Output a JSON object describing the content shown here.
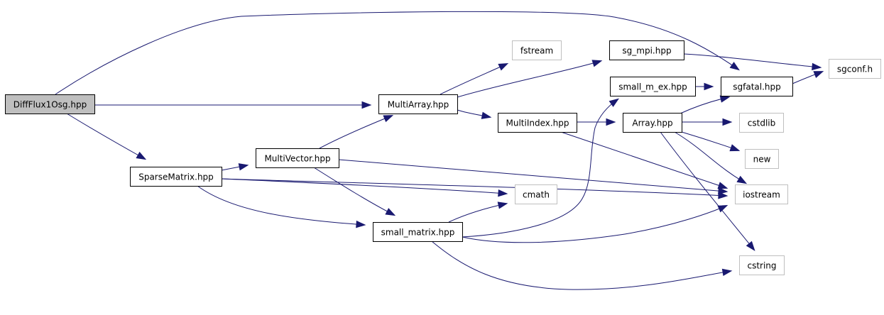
{
  "graph": {
    "title": "Include dependency graph for DiffFlux1Osg.hpp",
    "colors": {
      "edge": "#191970",
      "root_fill": "#bfbfbf",
      "root_border": "#000000",
      "documented_border": "#000000",
      "external_border": "#bfbfbf",
      "node_fill": "#ffffff"
    },
    "nodes": [
      {
        "id": "DiffFlux1Osg",
        "label": "DiffFlux1Osg.hpp",
        "kind": "root"
      },
      {
        "id": "SparseMatrix",
        "label": "SparseMatrix.hpp",
        "kind": "documented"
      },
      {
        "id": "MultiVector",
        "label": "MultiVector.hpp",
        "kind": "documented"
      },
      {
        "id": "MultiArray",
        "label": "MultiArray.hpp",
        "kind": "documented"
      },
      {
        "id": "small_matrix",
        "label": "small_matrix.hpp",
        "kind": "documented"
      },
      {
        "id": "fstream",
        "label": "fstream",
        "kind": "external"
      },
      {
        "id": "sg_mpi",
        "label": "sg_mpi.hpp",
        "kind": "documented"
      },
      {
        "id": "MultiIndex",
        "label": "MultiIndex.hpp",
        "kind": "documented"
      },
      {
        "id": "cmath",
        "label": "cmath",
        "kind": "external"
      },
      {
        "id": "small_m_ex",
        "label": "small_m_ex.hpp",
        "kind": "documented"
      },
      {
        "id": "Array",
        "label": "Array.hpp",
        "kind": "documented"
      },
      {
        "id": "sgfatal",
        "label": "sgfatal.hpp",
        "kind": "documented"
      },
      {
        "id": "cstdlib",
        "label": "cstdlib",
        "kind": "external"
      },
      {
        "id": "new",
        "label": "new",
        "kind": "external"
      },
      {
        "id": "iostream",
        "label": "iostream",
        "kind": "external"
      },
      {
        "id": "cstring",
        "label": "cstring",
        "kind": "external"
      },
      {
        "id": "sgconf",
        "label": "sgconf.h",
        "kind": "external"
      }
    ],
    "edges": [
      {
        "from": "DiffFlux1Osg",
        "to": "MultiArray"
      },
      {
        "from": "DiffFlux1Osg",
        "to": "SparseMatrix"
      },
      {
        "from": "DiffFlux1Osg",
        "to": "sgfatal"
      },
      {
        "from": "SparseMatrix",
        "to": "MultiVector"
      },
      {
        "from": "SparseMatrix",
        "to": "small_matrix"
      },
      {
        "from": "SparseMatrix",
        "to": "cmath"
      },
      {
        "from": "SparseMatrix",
        "to": "iostream"
      },
      {
        "from": "MultiVector",
        "to": "MultiArray"
      },
      {
        "from": "MultiVector",
        "to": "small_matrix"
      },
      {
        "from": "MultiVector",
        "to": "iostream"
      },
      {
        "from": "MultiArray",
        "to": "fstream"
      },
      {
        "from": "MultiArray",
        "to": "sg_mpi"
      },
      {
        "from": "MultiArray",
        "to": "MultiIndex"
      },
      {
        "from": "small_matrix",
        "to": "cmath"
      },
      {
        "from": "small_matrix",
        "to": "small_m_ex"
      },
      {
        "from": "small_matrix",
        "to": "iostream"
      },
      {
        "from": "small_matrix",
        "to": "cstring"
      },
      {
        "from": "sg_mpi",
        "to": "sgconf"
      },
      {
        "from": "MultiIndex",
        "to": "Array"
      },
      {
        "from": "MultiIndex",
        "to": "iostream"
      },
      {
        "from": "small_m_ex",
        "to": "sgfatal"
      },
      {
        "from": "Array",
        "to": "sgfatal"
      },
      {
        "from": "Array",
        "to": "cstdlib"
      },
      {
        "from": "Array",
        "to": "new"
      },
      {
        "from": "Array",
        "to": "iostream"
      },
      {
        "from": "Array",
        "to": "cstring"
      },
      {
        "from": "sgfatal",
        "to": "sgconf"
      }
    ]
  }
}
